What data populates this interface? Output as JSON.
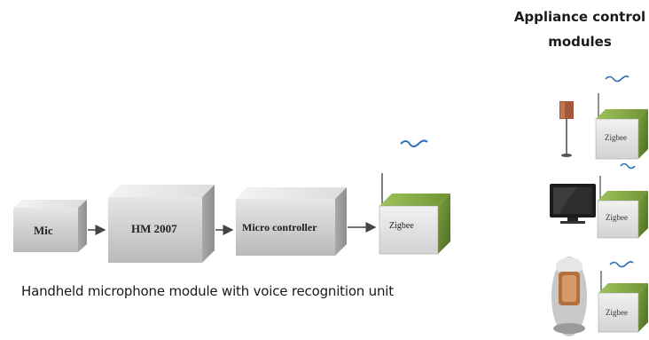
{
  "diagram": {
    "blocks": [
      {
        "id": "mic",
        "label": "Mic"
      },
      {
        "id": "hm2007",
        "label": "HM 2007"
      },
      {
        "id": "micro",
        "label": "Micro controller"
      },
      {
        "id": "zigbee_main",
        "label": "Zigbee"
      }
    ],
    "caption": "Handheld microphone module  with voice recognition unit",
    "appliance_title_line1": "Appliance control",
    "appliance_title_line2": "modules",
    "appliance_modules": [
      {
        "appliance": "lamp",
        "zigbee_label": "Zigbee"
      },
      {
        "appliance": "television",
        "zigbee_label": "Zigbee"
      },
      {
        "appliance": "robot",
        "zigbee_label": "Zigbee"
      }
    ],
    "colors": {
      "box_face": "#c9c9c9",
      "box_top": "#ececec",
      "zigbee_green": "#5f7f2e",
      "zigbee_green_light": "#8db04a",
      "signal_blue": "#2f6fb3"
    }
  }
}
